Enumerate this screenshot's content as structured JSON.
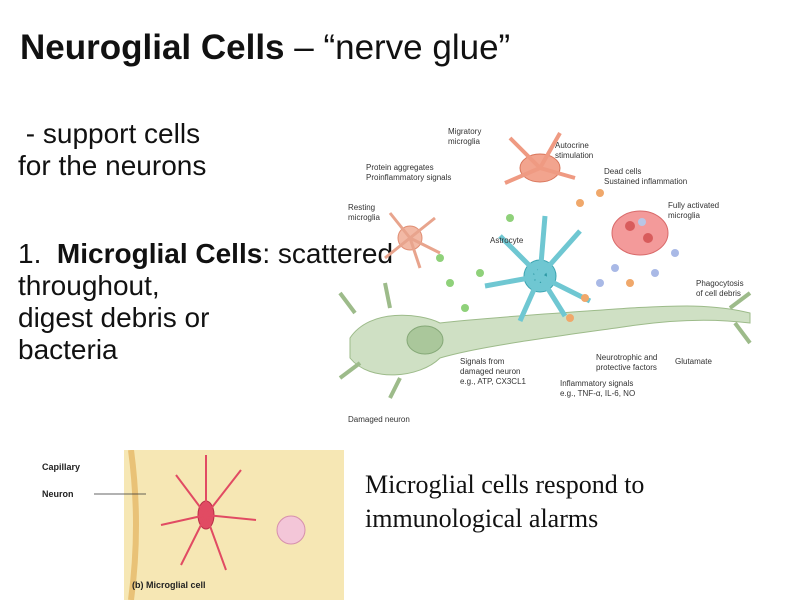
{
  "slide": {
    "title_bold": "Neuroglial Cells",
    "title_rest": " – “nerve glue”",
    "support_line1": " - support cells",
    "support_line2": "for the neurons",
    "item_number": "1.  ",
    "item_bold": "Microglial Cells",
    "item_rest_1": ": scattered",
    "item_rest_2": "throughout,",
    "item_rest_3": "digest debris or",
    "item_rest_4": "bacteria",
    "caption": "Microglial cells respond to immunological alarms"
  },
  "figure_top": {
    "labels": {
      "migratory": "Migratory",
      "microglia": "microglia",
      "autocrine": "Autocrine",
      "stimulation": "stimulation",
      "protein": "Protein aggregates",
      "proinflam": "Proinflammatory signals",
      "dead": "Dead cells",
      "sustained": "Sustained inflammation",
      "resting": "Resting",
      "resting_microglia": "microglia",
      "fully": "Fully activated",
      "fully_microglia": "microglia",
      "astrocyte": "Astrocyte",
      "phago1": "Phagocytosis",
      "phago2": "of cell debris",
      "signals1": "Signals from",
      "signals2": "damaged neuron",
      "signals3": "e.g., ATP, CX3CL1",
      "neurotrophic1": "Neurotrophic and",
      "neurotrophic2": "protective factors",
      "glutamate": "Glutamate",
      "inflam1": "Inflammatory signals",
      "inflam2": "e.g., TNF-α, IL-6, NO",
      "damaged": "Damaged neuron"
    }
  },
  "figure_bottom": {
    "capillary": "Capillary",
    "neuron": "Neuron",
    "caption": "(b)  Microglial cell"
  }
}
